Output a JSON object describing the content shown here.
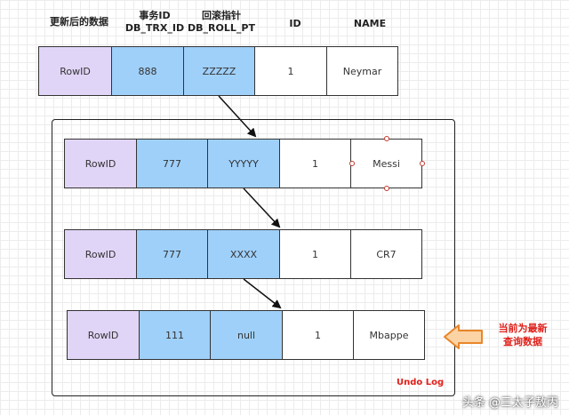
{
  "headers": {
    "updated": "更新后的数据",
    "trx_line1": "事务ID",
    "trx_line2": "DB_TRX_ID",
    "roll_line1": "回滚指针",
    "roll_line2": "DB_ROLL_PT",
    "id": "ID",
    "name": "NAME"
  },
  "current_row": [
    "RowID",
    "888",
    "ZZZZZ",
    "1",
    "Neymar"
  ],
  "undo_log": {
    "label": "Undo Log",
    "rows": [
      [
        "RowID",
        "777",
        "YYYYY",
        "1",
        "Messi"
      ],
      [
        "RowID",
        "777",
        "XXXX",
        "1",
        "CR7"
      ],
      [
        "RowID",
        "111",
        "null",
        "1",
        "Mbappe"
      ]
    ]
  },
  "note": {
    "line1": "当前为最新",
    "line2": "查询数据"
  },
  "watermark": "头条 @三太子敖丙",
  "colors": {
    "rowid": "#e1d5f7",
    "blue": "#9fd0fa",
    "accent_red": "#e0201a",
    "arrow_fill": "#fcd3a4",
    "arrow_stroke": "#e8862a"
  }
}
